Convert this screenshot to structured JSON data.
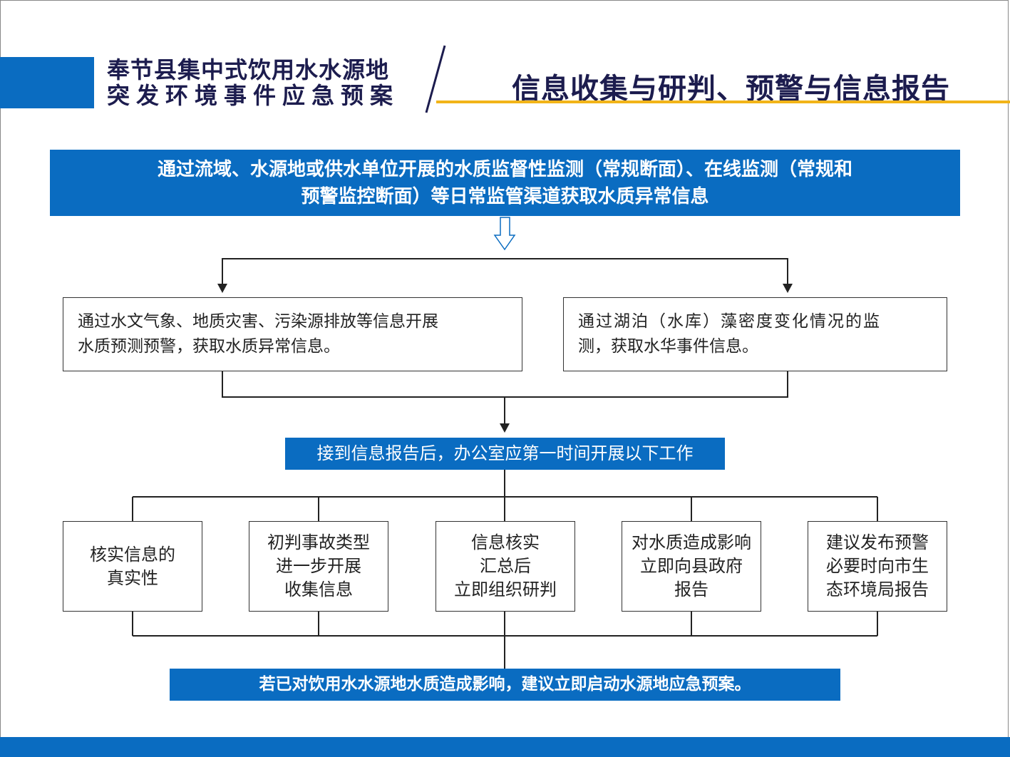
{
  "header": {
    "plan_title_line1": "奉节县集中式饮用水水源地",
    "plan_title_line2": "突发环境事件应急预案",
    "section_title": "信息收集与研判、预警与信息报告"
  },
  "flow": {
    "top_box": {
      "line1": "通过流域、水源地或供水单位开展的水质监督性监测（常规断面）、在线监测（常规和",
      "line2": "预警监控断面）等日常监管渠道获取水质异常信息"
    },
    "left_box": {
      "line1": "通过水文气象、地质灾害、污染源排放等信息开展",
      "line2": "水质预测预警，获取水质异常信息。"
    },
    "right_box": {
      "line1": "通过湖泊（水库）藻密度变化情况的监",
      "line2": "测，获取水华事件信息。"
    },
    "middle_bar": "接到信息报告后，办公室应第一时间开展以下工作",
    "steps": [
      {
        "lines": [
          "核实信息的",
          "真实性"
        ]
      },
      {
        "lines": [
          "初判事故类型",
          "进一步开展",
          "收集信息"
        ]
      },
      {
        "lines": [
          "信息核实",
          "汇总后",
          "立即组织研判"
        ]
      },
      {
        "lines": [
          "对水质造成影响",
          "立即向县政府",
          "报告"
        ]
      },
      {
        "lines": [
          "建议发布预警",
          "必要时向市生",
          "态环境局报告"
        ]
      }
    ],
    "bottom_bar": "若已对饮用水水源地水质造成影响，建议立即启动水源地应急预案。"
  },
  "colors": {
    "primary_blue": "#0a6cc1",
    "accent_gold": "#f2b418",
    "title_navy": "#1c1c4e"
  }
}
